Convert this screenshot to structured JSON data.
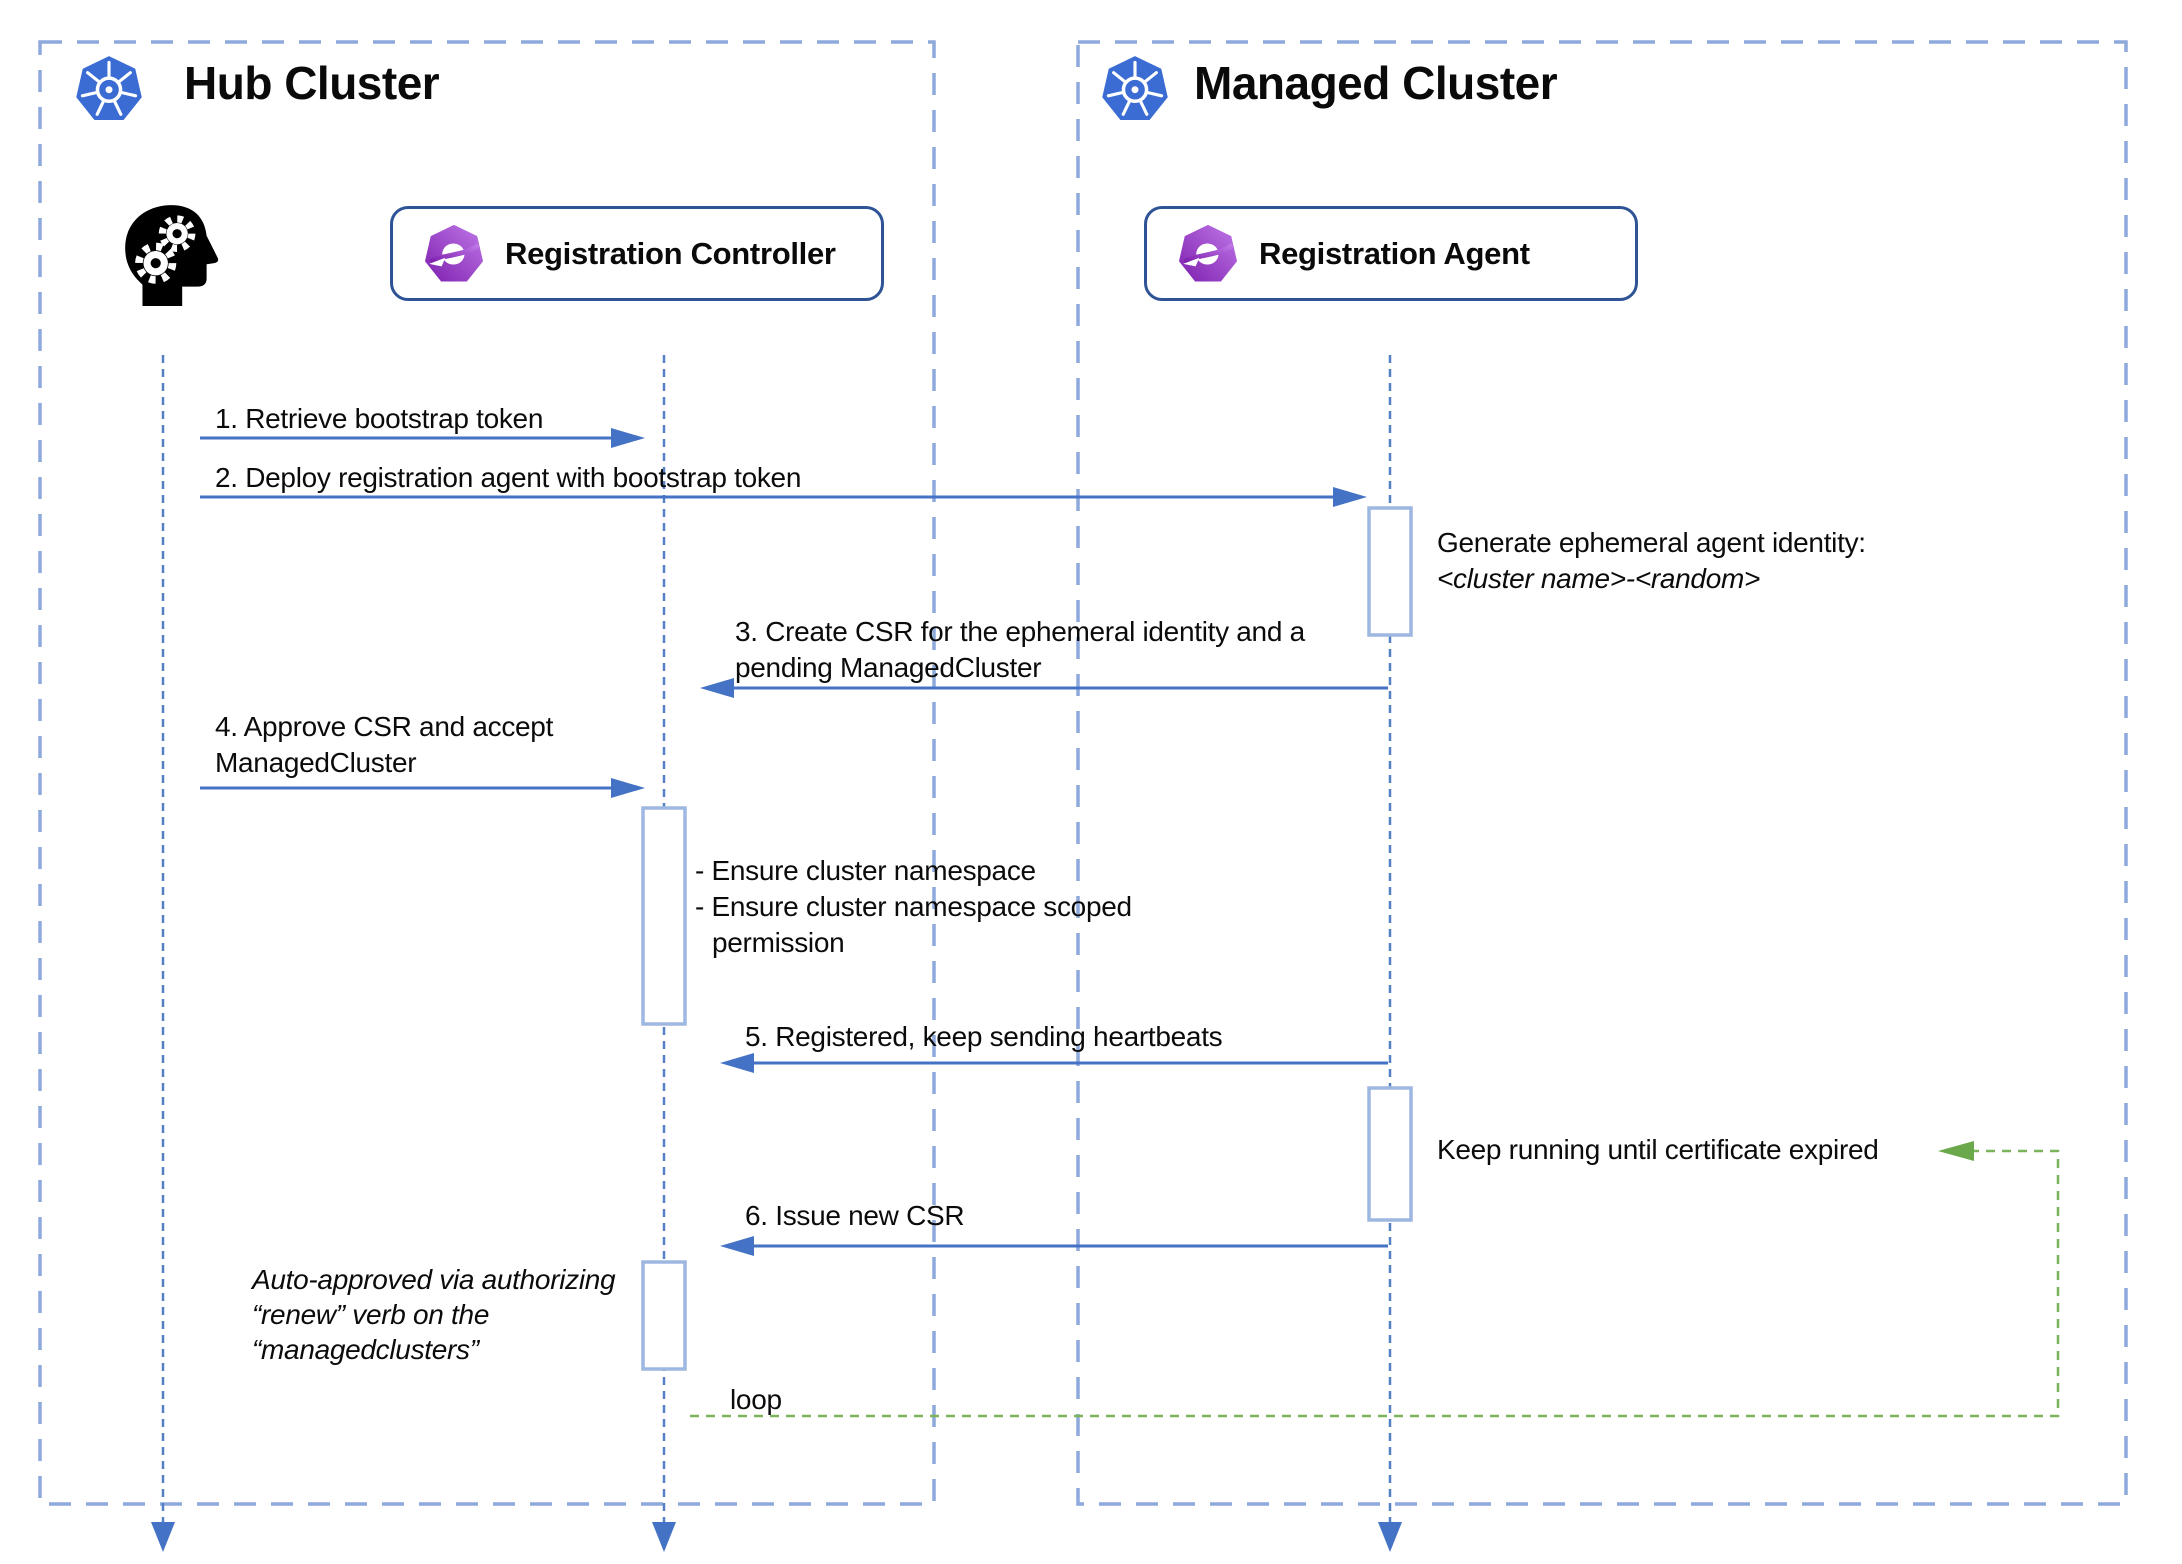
{
  "hub": {
    "title": "Hub Cluster"
  },
  "managed": {
    "title": "Managed Cluster"
  },
  "participants": {
    "controller": "Registration Controller",
    "agent": "Registration Agent"
  },
  "messages": {
    "m1": "1. Retrieve bootstrap token",
    "m2": "2. Deploy registration agent with bootstrap token",
    "m3_line1": "3. Create CSR for the ephemeral identity and a",
    "m3_line2": "pending ManagedCluster",
    "m4_line1": "4. Approve CSR and accept",
    "m4_line2": "ManagedCluster",
    "m5": "5. Registered, keep sending heartbeats",
    "m6": "6. Issue new CSR"
  },
  "notes": {
    "identity_line1": "Generate ephemeral agent identity:",
    "identity_line2": "<cluster name>-<random>",
    "ensure_line1": "- Ensure cluster namespace",
    "ensure_line2": "- Ensure cluster namespace scoped",
    "ensure_line3": "permission",
    "keep_running": "Keep running until certificate expired",
    "auto_line1": "Auto-approved via authorizing",
    "auto_line2": "“renew” verb on the",
    "auto_line3": "“managedclusters”",
    "loop_label": "loop"
  },
  "icons": {
    "hub_icon": "kubernetes-icon",
    "managed_icon": "kubernetes-icon",
    "actor_icon": "user-head-gears-icon",
    "controller_icon": "ocm-logo-icon",
    "agent_icon": "ocm-logo-icon"
  },
  "colors": {
    "kubernetes_blue": "#3B6CD4",
    "arrow_blue": "#4472C4",
    "lifeline_blue": "#5580C4",
    "cluster_border_blue": "#8EA9DB",
    "participant_border_navy": "#2F5496",
    "activation_border": "#9DB7E0",
    "loop_green": "#7CB45E",
    "loop_green_arrow": "#6BA84B",
    "ocm_purple_light": "#C078E8",
    "ocm_purple_dark": "#7D1FAE"
  }
}
